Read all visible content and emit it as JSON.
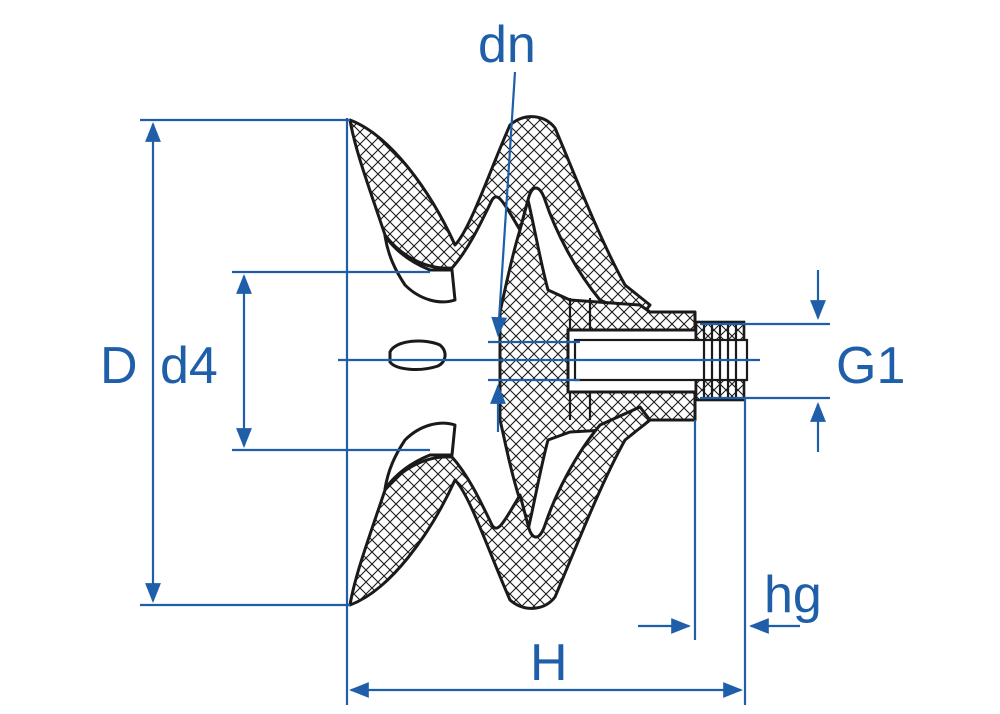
{
  "diagram": {
    "labels": {
      "dn": "dn",
      "D": "D",
      "d4": "d4",
      "G1": "G1",
      "hg": "hg",
      "H": "H"
    },
    "colors": {
      "dimension": "#1f5ea8",
      "outline": "#1a1a1a",
      "hatch": "#1a1a1a",
      "background": "#ffffff"
    }
  }
}
